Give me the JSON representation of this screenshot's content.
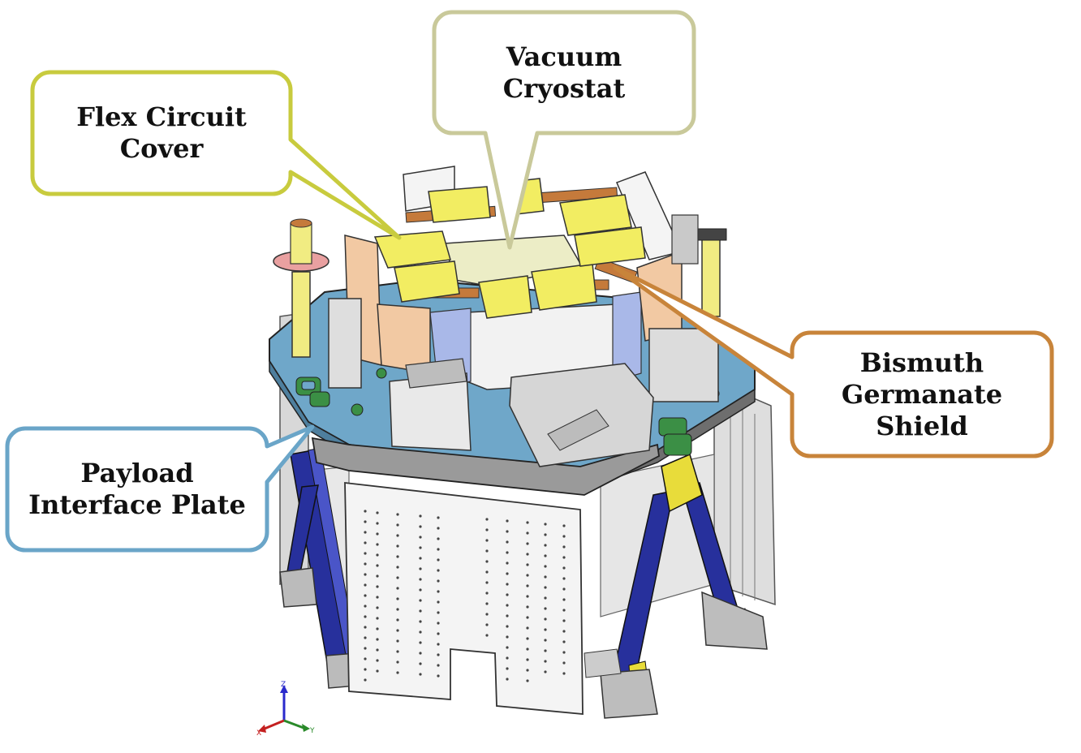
{
  "callouts": {
    "flex_circuit_cover": {
      "lines": [
        "Flex Circuit",
        "Cover"
      ],
      "color": "#c8cb3e"
    },
    "vacuum_cryostat": {
      "lines": [
        "Vacuum",
        "Cryostat"
      ],
      "color": "#c9c99a"
    },
    "bgo_shield": {
      "lines": [
        "Bismuth",
        "Germanate",
        "Shield"
      ],
      "color": "#c8843a"
    },
    "payload_plate": {
      "lines": [
        "Payload",
        "Interface Plate"
      ],
      "color": "#6aa5c8"
    }
  },
  "axes": {
    "z": "Z",
    "x": "X",
    "y": "Y"
  },
  "colors": {
    "plate": "#6fa7c9",
    "shield_tan": "#f2c9a3",
    "cover_yellow": "#f2ed62",
    "strut_blue": "#27309c",
    "copper": "#c57a3b",
    "panel": "#f4f4f4",
    "clip_green": "#3b8f45"
  }
}
